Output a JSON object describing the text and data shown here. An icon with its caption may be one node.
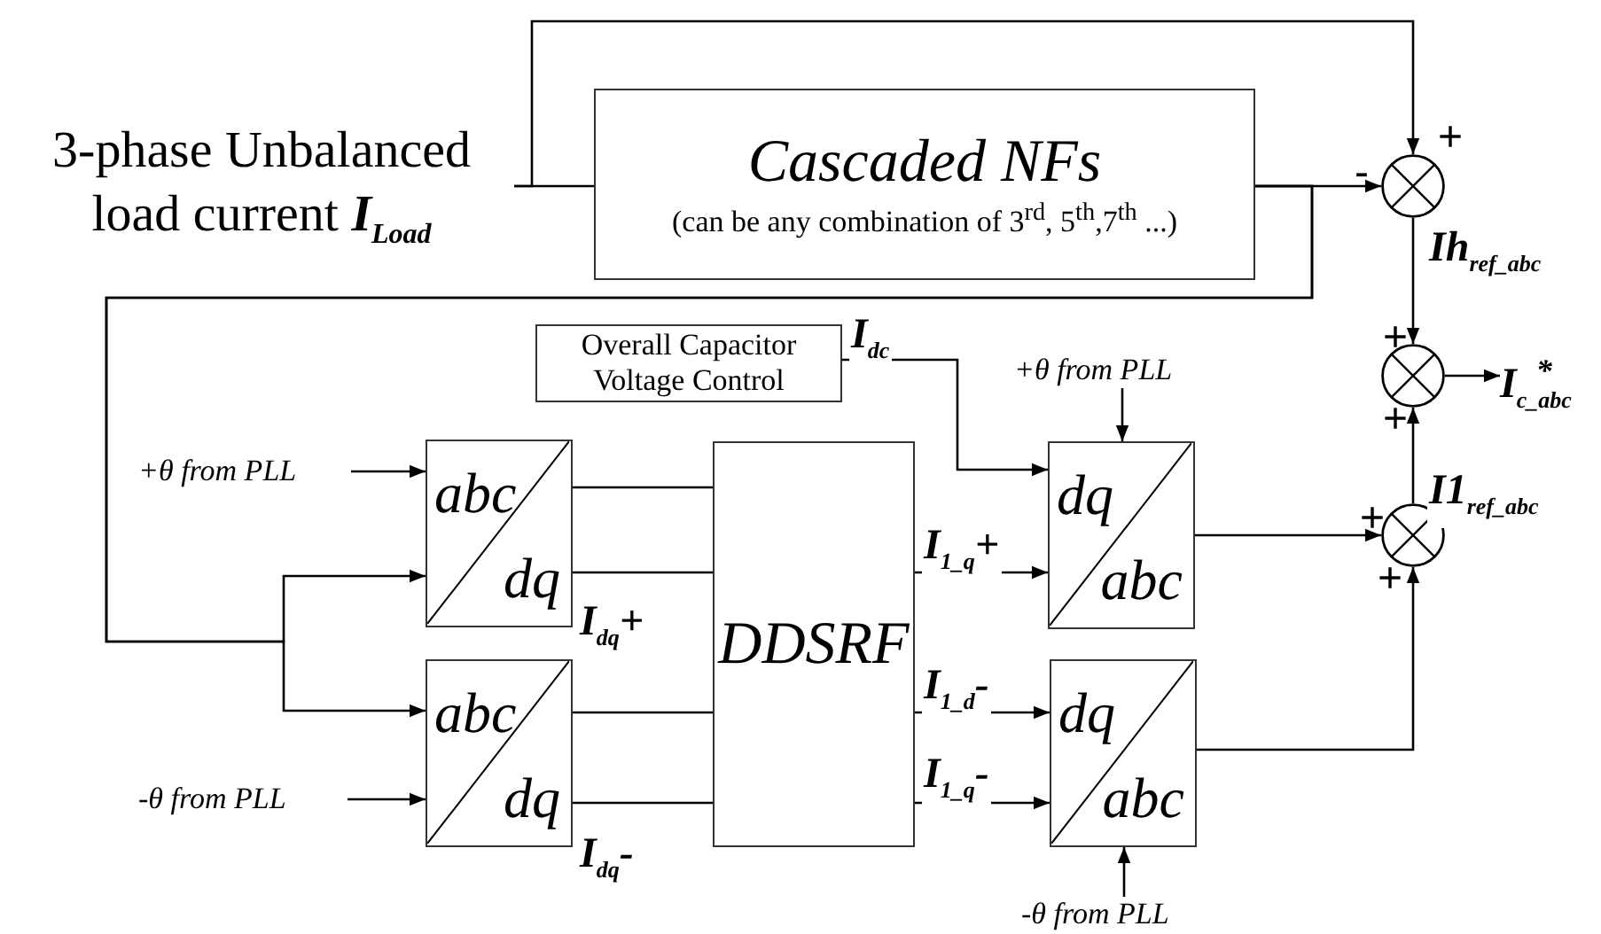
{
  "diagram": {
    "nodes": [
      {
        "text": [
          "3-phase Unbalanced load current **I**$_{Load}$"
        ]
      },
      {
        "text": [
          "Cascaded NFs",
          "(can be any combination of 3$^{rd}$, 5$^{th}$,7$^{th}$ ...)"
        ]
      },
      {
        "text": [],
        "shape": "circle",
        "beside": [
          "+",
          "-"
        ]
      },
      {
        "text": [
          "Overall Capacitor Voltage Control"
        ]
      },
      {
        "text": [
          "+θ from PLL"
        ]
      },
      {
        "text": [],
        "shape": "circle",
        "beside": [
          "+",
          "+"
        ]
      },
      {
        "text": [
          "I$_{c_abc}$$^{*}$"
        ]
      },
      {
        "text": [
          "+θ from PLL"
        ]
      },
      {
        "text": [
          "abc",
          "dq"
        ]
      },
      {
        "text": [
          "DDSRF"
        ]
      },
      {
        "text": [
          "dq",
          "abc"
        ]
      },
      {
        "text": [],
        "shape": "circle",
        "beside": [
          "+",
          "+"
        ]
      },
      {
        "text": [
          "abc",
          "dq"
        ]
      },
      {
        "text": [
          "-θ from PLL"
        ]
      },
      {
        "text": [
          "dq",
          "abc"
        ]
      },
      {
        "text": [
          "-θ from PLL"
        ]
      }
    ],
    "edges": [
      {
        "from": 0,
        "to": 2,
        "arrow": "to"
      },
      {
        "from": 0,
        "to": 1,
        "arrow": "none"
      },
      {
        "from": 1,
        "to": 2,
        "arrow": "to"
      },
      {
        "from": 1,
        "to": 8,
        "arrow": "to"
      },
      {
        "from": 1,
        "to": 12,
        "arrow": "to"
      },
      {
        "from": 7,
        "to": 8,
        "arrow": "to"
      },
      {
        "from": 13,
        "to": 12,
        "arrow": "to"
      },
      {
        "from": 8,
        "to": 9,
        "arrow": "none"
      },
      {
        "from": 8,
        "to": 9,
        "arrow": "none",
        "label": "I$_{dq}$+"
      },
      {
        "from": 12,
        "to": 9,
        "arrow": "none"
      },
      {
        "from": 12,
        "to": 9,
        "arrow": "none",
        "label": "I$_{dq}$-"
      },
      {
        "from": 3,
        "to": 10,
        "arrow": "to",
        "label": "I$_{dc}$"
      },
      {
        "from": 4,
        "to": 10,
        "arrow": "to"
      },
      {
        "from": 9,
        "to": 10,
        "arrow": "to",
        "label": "I$_{1_q}$+"
      },
      {
        "from": 9,
        "to": 14,
        "arrow": "to",
        "label": "I$_{1_d}$-"
      },
      {
        "from": 9,
        "to": 14,
        "arrow": "to",
        "label": "I$_{1_q}$-"
      },
      {
        "from": 15,
        "to": 14,
        "arrow": "to"
      },
      {
        "from": 10,
        "to": 11,
        "arrow": "to"
      },
      {
        "from": 14,
        "to": 11,
        "arrow": "to"
      },
      {
        "from": 2,
        "to": 5,
        "arrow": "to",
        "label": "Ih$_{ref_abc}$"
      },
      {
        "from": 11,
        "to": 5,
        "arrow": "to",
        "label": "I1$_{ref_abc}$"
      },
      {
        "from": 5,
        "to": 6,
        "arrow": "to"
      }
    ]
  }
}
